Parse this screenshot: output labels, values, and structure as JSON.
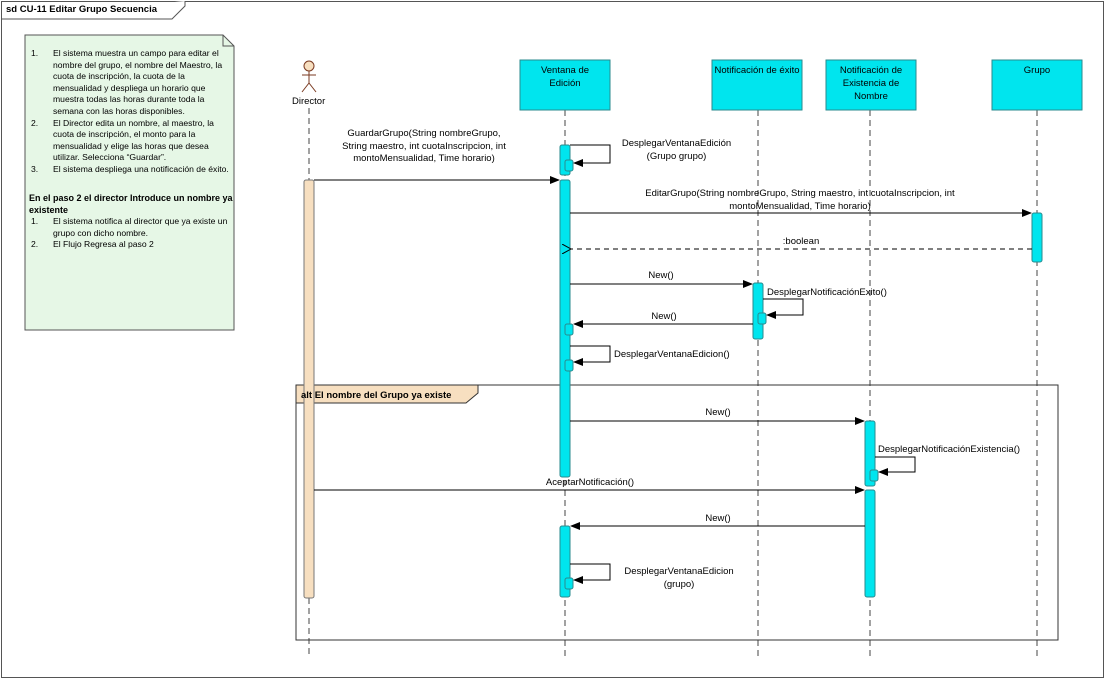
{
  "frame": {
    "title": "sd CU-11 Editar Grupo Secuencia"
  },
  "note": {
    "steps": [
      {
        "num": "1.",
        "text": "El sistema muestra un campo para editar el nombre del grupo, el nombre del Maestro, la cuota de inscripción, la cuota de la mensualidad y despliega un horario que muestra todas las horas durante toda la semana con las horas disponibles."
      },
      {
        "num": "2.",
        "text": "El Director edita un nombre, al maestro, la cuota de inscripción, el monto para la mensualidad y elige las horas que desea utilizar. Selecciona “Guardar”."
      },
      {
        "num": "3.",
        "text": "El sistema despliega una notificación de éxito."
      }
    ],
    "alt_heading": "En el paso 2 el director Introduce un nombre ya existente",
    "alt_steps": [
      {
        "num": "1.",
        "text": "El sistema notifica al director que ya existe un grupo con dicho nombre."
      },
      {
        "num": "2.",
        "text": "El Flujo Regresa al paso 2"
      }
    ]
  },
  "actor": {
    "name": "Director"
  },
  "lifelines": {
    "ventana": "Ventana de Edición",
    "exito": "Notificación de éxito",
    "existencia": "Notificación de Existencia de Nombre",
    "grupo": "Grupo"
  },
  "messages": {
    "m1": "DesplegarVentanaEdición (Grupo grupo)",
    "m2": "GuardarGrupo(String nombreGrupo, String maestro, int cuotaInscripcion, int  montoMensualidad, Time horario)",
    "m3": "EditarGrupo(String nombreGrupo, String maestro, int cuotaInscripcion, int montoMensualidad, Time horario)",
    "m4": ":boolean",
    "m5": "New()",
    "m6": "DesplegarNotificaciónExito()",
    "m7": "New()",
    "m8": "DesplegarVentanaEdicion()",
    "m9": "New()",
    "m10": "DesplegarNotificaciónExistencia()",
    "m11": "AceptarNotificación()",
    "m12": "New()",
    "m13": "DesplegarVentanaEdicion (grupo)"
  },
  "alt": {
    "label": "alt El nombre del Grupo ya existe"
  },
  "colors": {
    "lifeline_fill": "#00e5ee",
    "lifeline_border": "#2a8a8e",
    "note_fill": "#e6f7e6",
    "actor_activation": "#f7dfc0",
    "alt_tab": "#f7dfc0"
  }
}
